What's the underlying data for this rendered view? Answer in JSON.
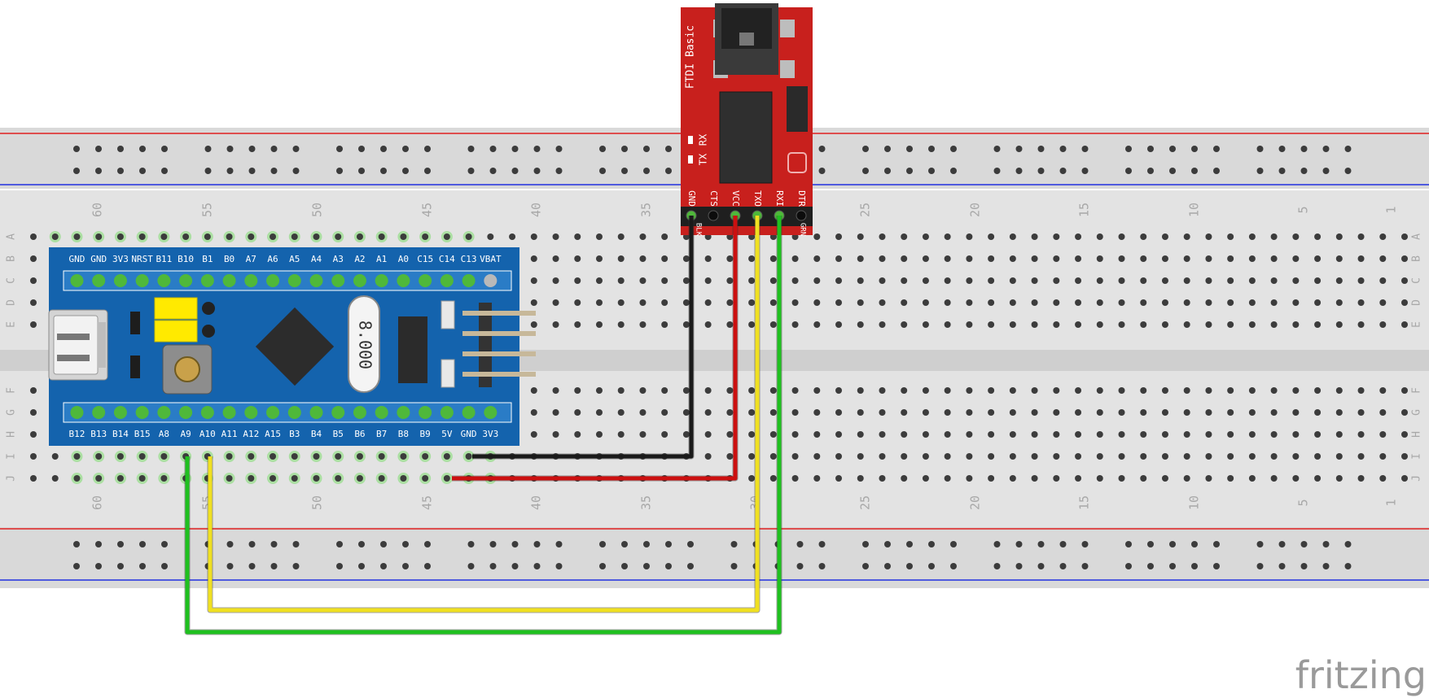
{
  "breadboard": {
    "row_letters": [
      "A",
      "B",
      "C",
      "D",
      "E",
      "F",
      "G",
      "H",
      "I",
      "J"
    ],
    "column_numbers": [
      "60",
      "55",
      "50",
      "45",
      "40",
      "35",
      "30",
      "25",
      "20",
      "15",
      "10",
      "5",
      "1"
    ],
    "colors": {
      "body": "#e3e3e3",
      "rail": "#d9d9d9",
      "hole": "#3c3c3c",
      "active": "#7ddc6e",
      "red_line": "#e02020",
      "blue_line": "#2030e0",
      "label": "#a8a8a8"
    }
  },
  "stm32_board": {
    "top_pins": [
      "GND",
      "GND",
      "3V3",
      "NRST",
      "B11",
      "B10",
      "B1",
      "B0",
      "A7",
      "A6",
      "A5",
      "A4",
      "A3",
      "A2",
      "A1",
      "A0",
      "C15",
      "C14",
      "C13",
      "VBAT"
    ],
    "bottom_pins": [
      "B12",
      "B13",
      "B14",
      "B15",
      "A8",
      "A9",
      "A10",
      "A11",
      "A12",
      "A15",
      "B3",
      "B4",
      "B5",
      "B6",
      "B7",
      "B8",
      "B9",
      "5V",
      "GND",
      "3V3"
    ],
    "crystal_label": "8.000",
    "colors": {
      "pcb": "#1463ad",
      "jumper": "#ffea00",
      "pin": "#4fb83a"
    }
  },
  "ftdi_board": {
    "title": "FTDI Basic",
    "led_labels": [
      "TX",
      "RX"
    ],
    "pins": [
      "GND",
      "CTS",
      "VCC",
      "TXO",
      "RXI",
      "DTR"
    ],
    "side_labels": [
      "BLK",
      "GRN"
    ],
    "colors": {
      "pcb": "#c8201d"
    }
  },
  "wires": [
    {
      "name": "gnd-wire",
      "color": "#1a1a1a"
    },
    {
      "name": "vcc-wire",
      "color": "#cc1010"
    },
    {
      "name": "txo-wire",
      "color": "#f0e020"
    },
    {
      "name": "rxi-wire",
      "color": "#1fc01f"
    }
  ],
  "brand": {
    "logo_text": "fritzing"
  }
}
